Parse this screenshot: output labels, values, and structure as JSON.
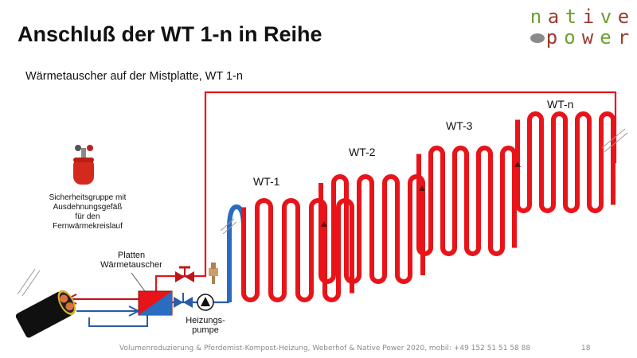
{
  "slide": {
    "title": "Anschluß der WT 1-n in Reihe",
    "subtitle": "Wärmetauscher auf der Mistplatte, WT 1-n",
    "page_number": "18",
    "footer": "Volumenreduzierung  & Pferdemist-Kompost-Heizung, Weberhof & Native Power 2020, mobil: +49 152 51 51 58 88"
  },
  "logo": {
    "top_letters": [
      "n",
      "a",
      "t",
      "i",
      "v",
      "e"
    ],
    "bottom_letters": [
      "p",
      "o",
      "w",
      "e",
      "r"
    ],
    "colors": {
      "green": "#6aa130",
      "brown": "#9b3a2e"
    }
  },
  "labels": {
    "safety_group": [
      "Sicherheitsgruppe mit",
      "Ausdehnungsgefäß",
      "für den",
      "Fernwärmekreislauf"
    ],
    "plate_exchanger": [
      "Platten",
      "Wärmetauscher"
    ],
    "heating_pump": [
      "Heizungs-",
      "pumpe"
    ],
    "wt1": "WT-1",
    "wt2": "WT-2",
    "wt3": "WT-3",
    "wtn": "WT-n"
  },
  "colors": {
    "pipe_red": "#e8141a",
    "pipe_blue": "#2a6cc0",
    "valve_red": "#c0141a",
    "valve_blue": "#2a5ca8"
  }
}
